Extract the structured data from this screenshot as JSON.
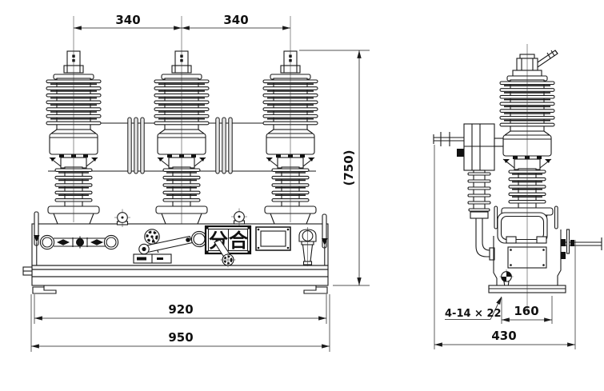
{
  "drawing_type": "circuit-breaker outline drawing, front and side views",
  "dims": {
    "front": {
      "spacing_left": "340",
      "spacing_right": "340",
      "height": "(750)",
      "mounting_width": "920",
      "overall_width": "950"
    },
    "side": {
      "slot_note": "4-14 × 22",
      "mounting_depth": "160",
      "overall_depth": "430"
    }
  },
  "indicator_plate": {
    "open_char": "分",
    "close_char": "合"
  },
  "colors": {
    "line": "#1a1a1a",
    "background": "#ffffff",
    "barrier_fill": "#e6e6e6"
  }
}
